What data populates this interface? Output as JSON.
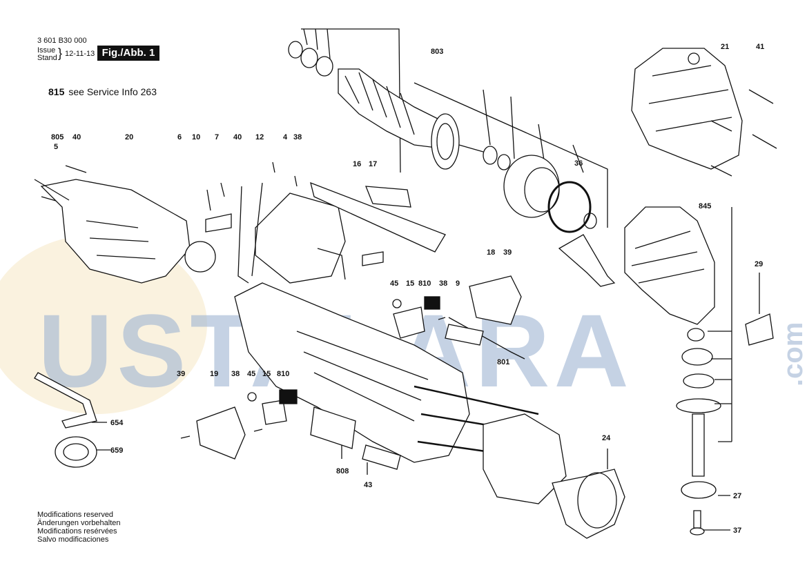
{
  "header": {
    "part_number": "3 601 B30 000",
    "issue_label": "Issue",
    "stand_label": "Stand",
    "date": "12-11-13",
    "fig_label": "Fig./Abb. 1"
  },
  "service_note": {
    "ref": "815",
    "text": "see Service Info 263"
  },
  "watermark": {
    "text": "USTALARA",
    "suffix": ".com",
    "color": "#9fb5d3",
    "accent": "#f1d9a4"
  },
  "modifications": [
    "Modifications reserved",
    "Änderungen vorbehalten",
    "Modifications resérvées",
    "Salvo modificaciones"
  ],
  "callouts": [
    "803",
    "21",
    "41",
    "805",
    "5",
    "40",
    "20",
    "6",
    "10",
    "7",
    "40",
    "12",
    "4",
    "38",
    "16",
    "17",
    "36",
    "845",
    "18",
    "39",
    "29",
    "45",
    "15",
    "810",
    "38",
    "9",
    "801",
    "39",
    "19",
    "38",
    "45",
    "15",
    "810",
    "654",
    "659",
    "808",
    "43",
    "24",
    "27",
    "37"
  ]
}
